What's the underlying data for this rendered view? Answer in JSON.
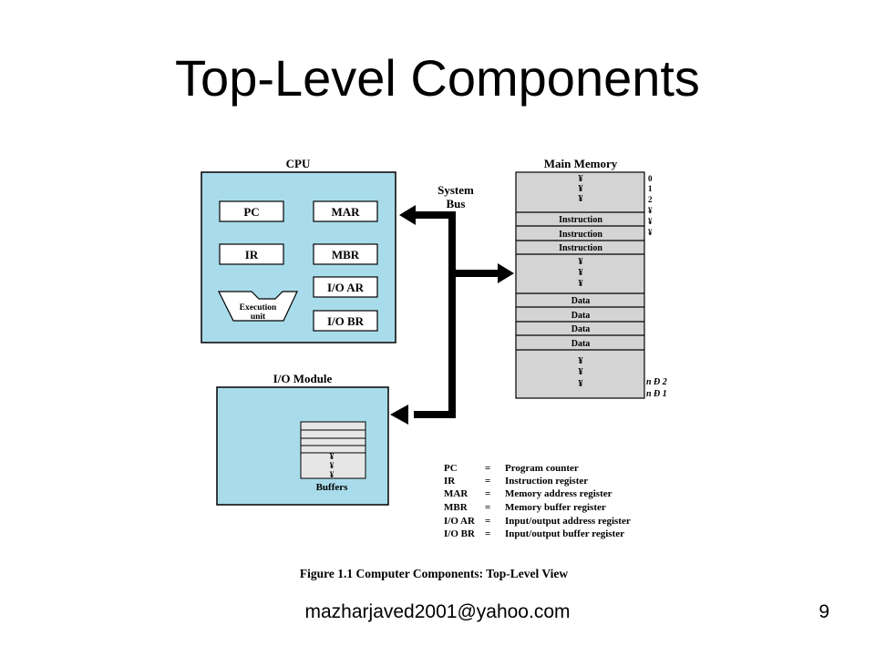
{
  "slide": {
    "title": "Top-Level Components",
    "footer": "mazharjaved2001@yahoo.com",
    "page_number": "9"
  },
  "diagram": {
    "colors": {
      "panel_fill": "#a9dcea",
      "memory_fill": "#d4d4d4",
      "buffer_fill": "#e6e6e6",
      "bus": "#000000"
    },
    "cpu": {
      "label": "CPU",
      "registers": {
        "pc": "PC",
        "mar": "MAR",
        "ir": "IR",
        "mbr": "MBR",
        "ioar": "I/O AR",
        "iobr": "I/O BR"
      },
      "execution_unit": {
        "line1": "Execution",
        "line2": "unit"
      }
    },
    "system_bus": {
      "line1": "System",
      "line2": "Bus"
    },
    "main_memory": {
      "label": "Main Memory",
      "ellipsis": "¥",
      "instruction_rows": [
        "Instruction",
        "Instruction",
        "Instruction"
      ],
      "data_rows": [
        "Data",
        "Data",
        "Data",
        "Data"
      ],
      "addresses_top": [
        "0",
        "1",
        "2",
        "¥",
        "¥",
        "¥"
      ],
      "addresses_bottom": [
        "n Ð 2",
        "n Ð 1"
      ]
    },
    "io_module": {
      "label": "I/O Module",
      "ellipsis": "¥",
      "buffers_label": "Buffers"
    },
    "legend": [
      {
        "abbr": "PC",
        "eq": "=",
        "meaning": "Program counter"
      },
      {
        "abbr": "IR",
        "eq": "=",
        "meaning": "Instruction register"
      },
      {
        "abbr": "MAR",
        "eq": "=",
        "meaning": "Memory address register"
      },
      {
        "abbr": "MBR",
        "eq": "=",
        "meaning": "Memory buffer register"
      },
      {
        "abbr": "I/O AR",
        "eq": "=",
        "meaning": "Input/output address register"
      },
      {
        "abbr": "I/O BR",
        "eq": "=",
        "meaning": "Input/output buffer register"
      }
    ],
    "caption": "Figure 1.1  Computer Components: Top-Level View"
  }
}
